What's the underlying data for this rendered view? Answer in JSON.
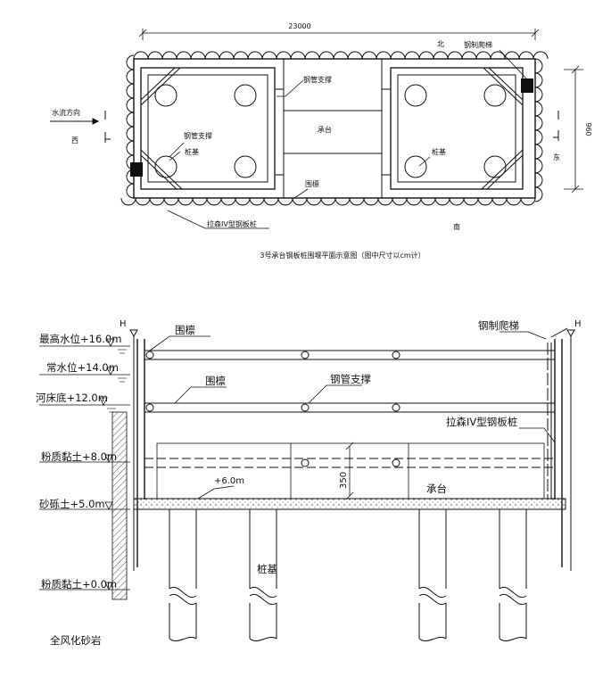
{
  "plan": {
    "dimension_length": "23000",
    "dimension_width": "960",
    "label_flow": "水流方向",
    "label_west": "西",
    "label_east": "东",
    "label_north": "北",
    "label_south": "南",
    "label_ladder": "钢制爬梯",
    "label_strut_top": "钢管支撑",
    "label_strut_left": "钢管支撑",
    "label_cap": "承台",
    "label_pile_left": "桩基",
    "label_pile_right": "桩基",
    "label_waler": "围檩",
    "label_sheet_pile": "拉森IV型钢板桩",
    "caption": "3号承台钢板桩围堰平面示意图（图中尺寸以cm计）"
  },
  "section": {
    "marker_left": "H",
    "marker_right": "H",
    "level_highest": "最高水位+16.0m",
    "level_normal": "常水位+14.0m",
    "level_riverbed": "河床底+12.0m",
    "level_silty_clay_1": "粉质黏土+8.0m",
    "level_sandy_soil": "砂砾土+5.0m",
    "level_silty_clay_2": "粉质黏土+0.0m",
    "level_rock": "全风化砂岩",
    "label_waler_1": "围檩",
    "label_waler_2": "围檩",
    "label_strut": "钢管支撑",
    "label_ladder": "钢制爬梯",
    "label_sheet_pile": "拉森IV型钢板桩",
    "label_bottom": "+6.0m",
    "label_height": "350",
    "label_cap": "承台",
    "label_pile": "桩基"
  }
}
